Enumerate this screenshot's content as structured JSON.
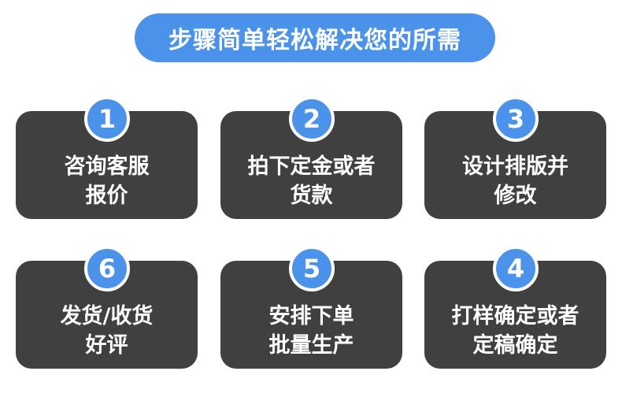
{
  "title": "步骤简单轻松解决您的所需",
  "steps": [
    {
      "number": "1",
      "line1": "咨询客服",
      "line2": "报价"
    },
    {
      "number": "2",
      "line1": "拍下定金或者",
      "line2": "货款"
    },
    {
      "number": "3",
      "line1": "设计排版并",
      "line2": "修改"
    },
    {
      "number": "6",
      "line1": "发货/收货",
      "line2": "好评"
    },
    {
      "number": "5",
      "line1": "安排下单",
      "line2": "批量生产"
    },
    {
      "number": "4",
      "line1": "打样确定或者",
      "line2": "定稿确定"
    }
  ],
  "colors": {
    "accent": "#4a92ea",
    "card": "#404040",
    "text": "#ffffff"
  }
}
